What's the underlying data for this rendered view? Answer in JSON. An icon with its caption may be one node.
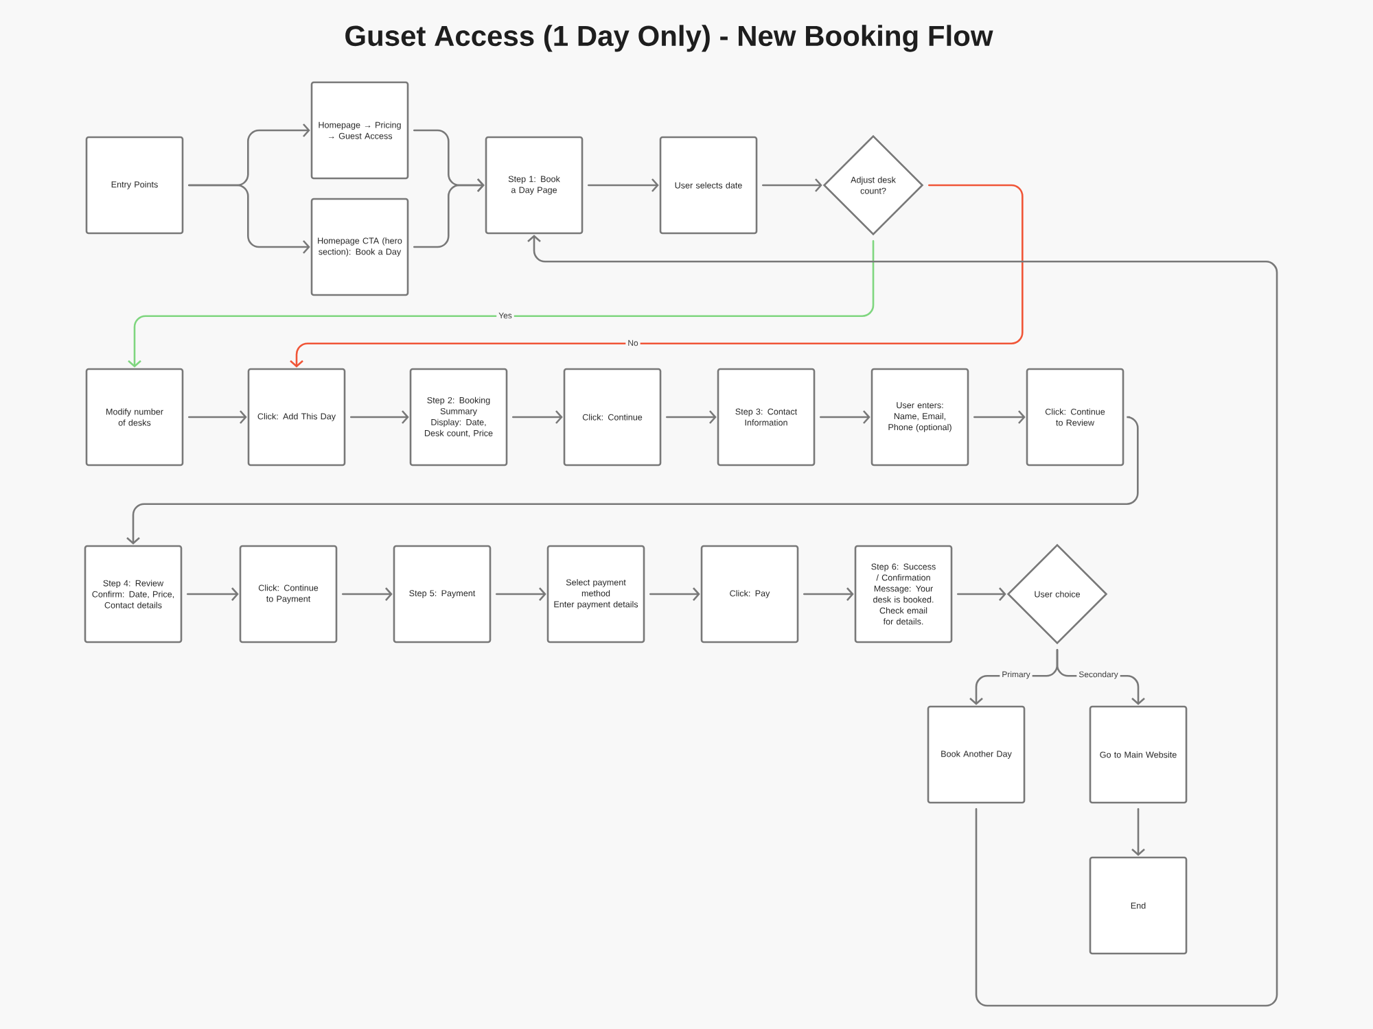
{
  "diagram": {
    "title": "Guset Access (1 Day Only) - New Booking Flow",
    "nodes": [
      {
        "text": [
          "Entry Points"
        ]
      },
      {
        "text": [
          "Homepage → Pricing → Guest Access"
        ]
      },
      {
        "text": [
          "Homepage CTA (hero section): Book a Day"
        ]
      },
      {
        "text": [
          "Step 1: Book a Day Page"
        ]
      },
      {
        "text": [
          "User selects date"
        ]
      },
      {
        "text": [
          "Adjust desk count?"
        ]
      },
      {
        "text": [
          "Modify number of desks"
        ]
      },
      {
        "text": [
          "Click: Add This Day"
        ]
      },
      {
        "text": [
          "Step 2: Booking Summary",
          "Display: Date, Desk count, Price"
        ]
      },
      {
        "text": [
          "Click: Continue"
        ]
      },
      {
        "text": [
          "Step 3: Contact Information"
        ]
      },
      {
        "text": [
          "User enters:",
          "Name, Email, Phone (optional)"
        ]
      },
      {
        "text": [
          "Click: Continue to Review"
        ]
      },
      {
        "text": [
          "Step 4: Review",
          "Confirm: Date, Price, Contact details"
        ]
      },
      {
        "text": [
          "Click: Continue to Payment"
        ]
      },
      {
        "text": [
          "Step 5: Payment"
        ]
      },
      {
        "text": [
          "Select payment method",
          "Enter payment details"
        ]
      },
      {
        "text": [
          "Click: Pay"
        ]
      },
      {
        "text": [
          "Step 6: Success / Confirmation",
          "Message: Your desk is booked.",
          "Check email for details."
        ]
      },
      {
        "text": [
          "User choice"
        ]
      },
      {
        "text": [
          "Book Another Day"
        ]
      },
      {
        "text": [
          "Go to Main Website"
        ]
      },
      {
        "text": [
          "End"
        ]
      }
    ],
    "edges": [
      {
        "from": 0,
        "to": 1,
        "arrow": "to"
      },
      {
        "from": 0,
        "to": 2,
        "arrow": "to"
      },
      {
        "from": 1,
        "to": 3,
        "arrow": "to"
      },
      {
        "from": 2,
        "to": 3,
        "arrow": "to"
      },
      {
        "from": 3,
        "to": 4,
        "arrow": "to"
      },
      {
        "from": 4,
        "to": 5,
        "arrow": "to"
      },
      {
        "from": 5,
        "to": 6,
        "arrow": "to",
        "label": "Yes",
        "color": "#7fd67f"
      },
      {
        "from": 5,
        "to": 7,
        "arrow": "to",
        "label": "No",
        "color": "#f05537"
      },
      {
        "from": 6,
        "to": 7,
        "arrow": "to"
      },
      {
        "from": 7,
        "to": 8,
        "arrow": "to"
      },
      {
        "from": 8,
        "to": 9,
        "arrow": "to"
      },
      {
        "from": 9,
        "to": 10,
        "arrow": "to"
      },
      {
        "from": 10,
        "to": 11,
        "arrow": "to"
      },
      {
        "from": 11,
        "to": 12,
        "arrow": "to"
      },
      {
        "from": 12,
        "to": 13,
        "arrow": "to"
      },
      {
        "from": 13,
        "to": 14,
        "arrow": "to"
      },
      {
        "from": 14,
        "to": 15,
        "arrow": "to"
      },
      {
        "from": 15,
        "to": 16,
        "arrow": "to"
      },
      {
        "from": 16,
        "to": 17,
        "arrow": "to"
      },
      {
        "from": 17,
        "to": 18,
        "arrow": "to"
      },
      {
        "from": 18,
        "to": 19,
        "arrow": "to"
      },
      {
        "from": 19,
        "to": 20,
        "arrow": "to",
        "label": "Primary"
      },
      {
        "from": 19,
        "to": 21,
        "arrow": "to",
        "label": "Secondary"
      },
      {
        "from": 21,
        "to": 22,
        "arrow": "to"
      },
      {
        "from": 20,
        "to": 3,
        "arrow": "to"
      }
    ]
  }
}
